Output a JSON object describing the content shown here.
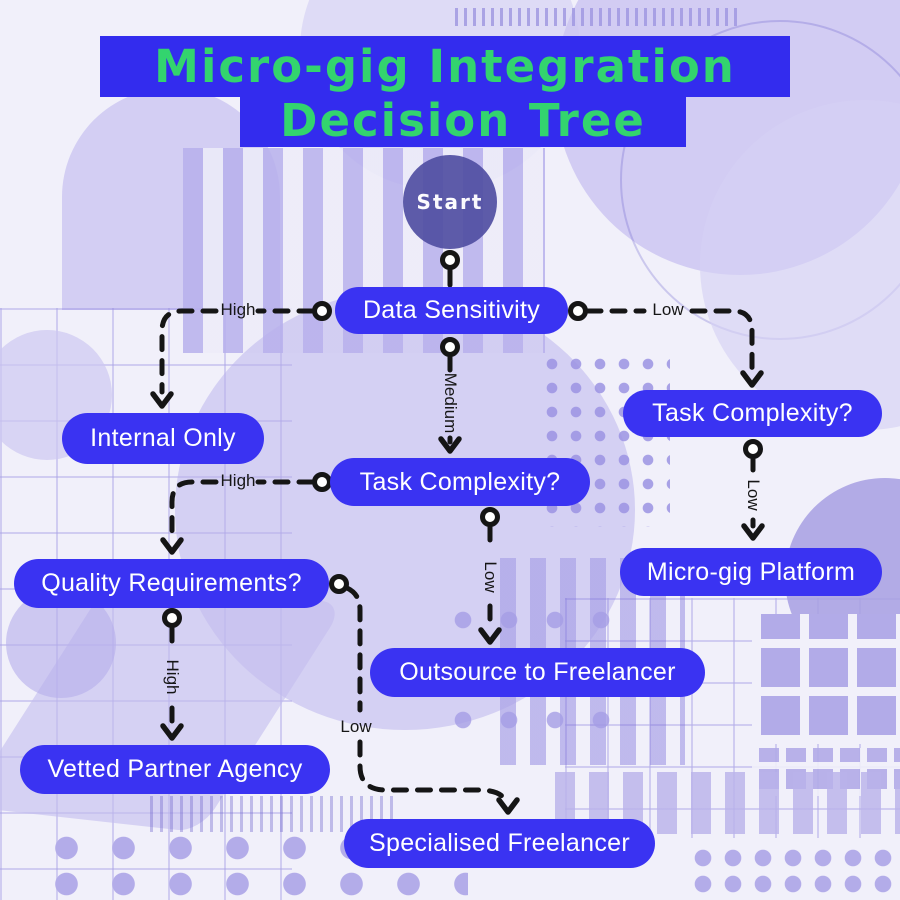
{
  "title": {
    "line1": "Micro-gig Integration",
    "line2": "Decision Tree"
  },
  "start": {
    "label": "Start"
  },
  "nodes": {
    "data_sensitivity": {
      "label": "Data Sensitivity"
    },
    "internal_only": {
      "label": "Internal Only"
    },
    "task_complexity_right": {
      "label": "Task Complexity?"
    },
    "task_complexity_center": {
      "label": "Task Complexity?"
    },
    "quality_requirements": {
      "label": "Quality Requirements?"
    },
    "micro_gig_platform": {
      "label": "Micro-gig Platform"
    },
    "outsource_to_freelancer": {
      "label": "Outsource to Freelancer"
    },
    "vetted_partner_agency": {
      "label": "Vetted Partner Agency"
    },
    "specialised_freelancer": {
      "label": "Specialised Freelancer"
    }
  },
  "edges": [
    {
      "from": "start",
      "to": "data_sensitivity"
    },
    {
      "from": "data_sensitivity",
      "to": "internal_only",
      "label": "High"
    },
    {
      "from": "data_sensitivity",
      "to": "task_complexity_right",
      "label": "Low"
    },
    {
      "from": "data_sensitivity",
      "to": "task_complexity_center",
      "label": "Medium"
    },
    {
      "from": "task_complexity_center",
      "to": "quality_requirements",
      "label": "High"
    },
    {
      "from": "task_complexity_center",
      "to": "outsource_to_freelancer",
      "label": "Low"
    },
    {
      "from": "task_complexity_right",
      "to": "micro_gig_platform",
      "label": "Low"
    },
    {
      "from": "quality_requirements",
      "to": "vetted_partner_agency",
      "label": "High"
    },
    {
      "from": "quality_requirements",
      "to": "specialised_freelancer",
      "label": "Low"
    }
  ],
  "colors": {
    "banner_blue": "#332cee",
    "node_blue": "#3a33f2",
    "title_green": "#33d46e",
    "connector": "#151515",
    "start_circle": "#514fa3",
    "background": "#f1f0fa",
    "decor": "#beb7ed"
  }
}
